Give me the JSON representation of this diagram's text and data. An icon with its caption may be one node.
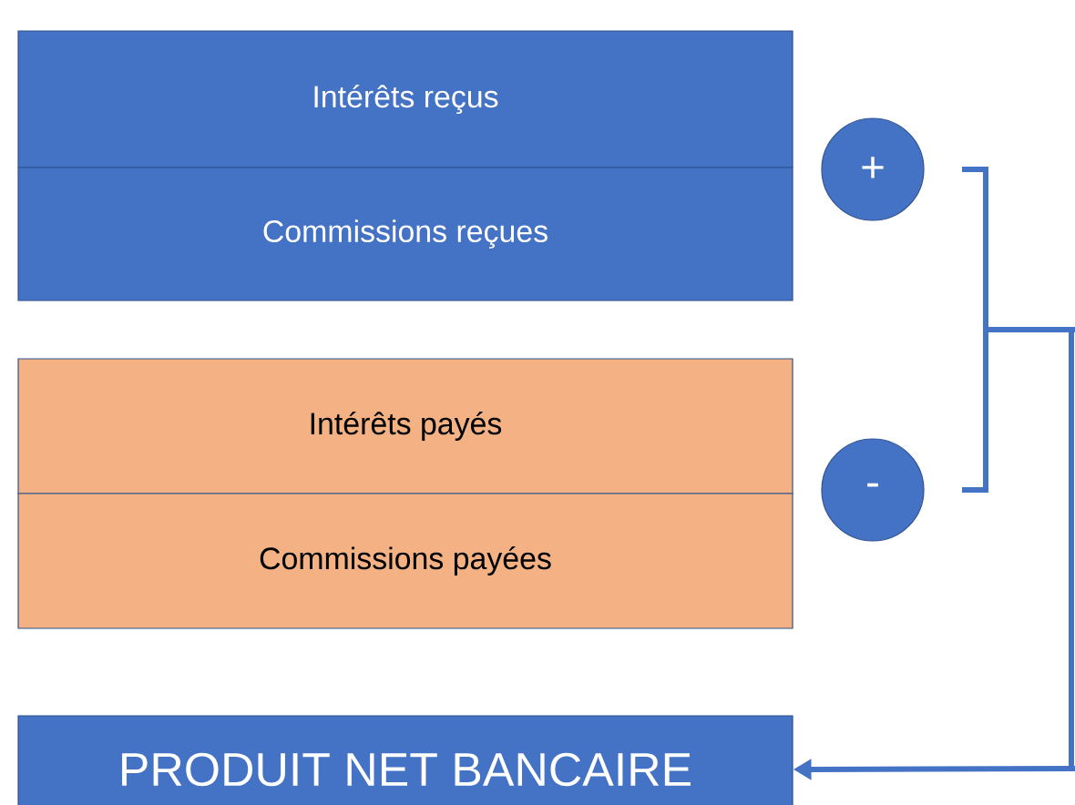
{
  "diagram": {
    "nodes": [
      {
        "text": [
          "Intérêts reçus"
        ]
      },
      {
        "text": [
          "Commissions reçues"
        ]
      },
      {
        "text": [
          "Intérêts payés"
        ]
      },
      {
        "text": [
          "Commissions payées"
        ]
      },
      {
        "text": [
          "+"
        ]
      },
      {
        "text": [
          "-"
        ]
      },
      {
        "text": [
          "PRODUIT NET BANCAIRE"
        ]
      }
    ],
    "edges": [
      {
        "from": null,
        "to": 6,
        "arrow": "to"
      }
    ]
  }
}
